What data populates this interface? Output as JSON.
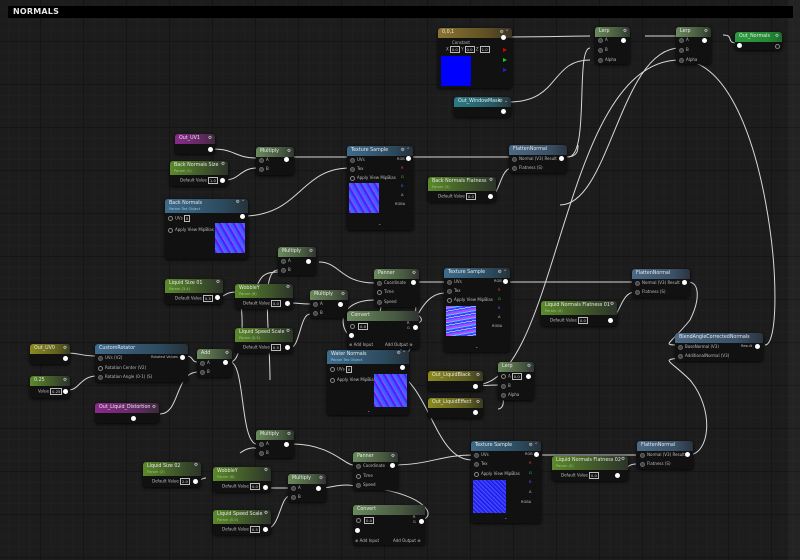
{
  "comment_box": {
    "title": "NORMALS"
  },
  "icons": {
    "settings": "⚙",
    "collapse": "⌄",
    "expand": "⌃",
    "add": "⊕"
  },
  "colors": {
    "canvas": "#1c1c1c",
    "param_header": "#5b8a2b",
    "function_header": "#3f6b8a",
    "named_reroute_purple": "#8a2a8a",
    "named_reroute_olive": "#8c8a1f",
    "output_header": "#2f9a3f",
    "constant_color": "#0000ff"
  },
  "nodes": {
    "constant3": {
      "title": "0,0,1",
      "label": "Constant",
      "x_label": "X",
      "x": "0.0",
      "y_label": "Y",
      "y": "0.0",
      "z_label": "Z",
      "z": "1.0"
    },
    "out_windowmask": {
      "title": "Out_WindowMask"
    },
    "lerp1": {
      "title": "Lerp",
      "pins": [
        "A",
        "B",
        "Alpha"
      ]
    },
    "lerp2": {
      "title": "Lerp",
      "pins": [
        "A",
        "B",
        "Alpha"
      ]
    },
    "out_normals": {
      "title": "Out_Normals"
    },
    "out_uv1": {
      "title": "Out_UV1"
    },
    "back_normals_size": {
      "title": "Back Normals Size",
      "subtitle": "Param (1)",
      "default_label": "Default Value",
      "default_value": "1.0"
    },
    "multiply1": {
      "title": "Multiply",
      "pins": [
        "A",
        "B"
      ]
    },
    "texsample1": {
      "title": "Texture Sample",
      "pins_in": [
        "UVs",
        "Tex",
        "Apply View MipBias"
      ],
      "pins_out": [
        "RGB",
        "R",
        "G",
        "B",
        "A",
        "RGBA"
      ]
    },
    "back_normals": {
      "title": "Back Normals",
      "subtitle": "Param Tex Object",
      "uvs_label": "UVs",
      "uvs_value": "0",
      "mip_label": "Apply View MipBias"
    },
    "flatten1": {
      "title": "FlattenNormal",
      "pin_normal": "Normal (V3)",
      "pin_flat": "Flatness (S)",
      "result": "Result"
    },
    "back_normals_flatness": {
      "title": "Back Normals Flatness",
      "subtitle": "Param (3)",
      "default_label": "Default Value",
      "default_value": "0.0"
    },
    "multiply2": {
      "title": "Multiply",
      "pins": [
        "A",
        "B"
      ]
    },
    "liquid_size_01": {
      "title": "Liquid Size 01",
      "subtitle": "Param (3.4)",
      "default_label": "Default Value",
      "default_value": "0.5"
    },
    "wobbley1": {
      "title": "WobbleY",
      "subtitle": "Param (6)",
      "default_label": "Default Value",
      "default_value": "0.0"
    },
    "multiply3": {
      "title": "Multiply",
      "pins": [
        "A",
        "B"
      ]
    },
    "liquid_speed_scale1": {
      "title": "Liquid Speed Scale",
      "subtitle": "Param (0.5)",
      "default_label": "Default Value",
      "default_value": "0.5"
    },
    "panner1": {
      "title": "Panner",
      "pins": [
        "Coordinate",
        "Time",
        "Speed"
      ]
    },
    "convert1": {
      "title": "Convert",
      "value": "0.0",
      "r": "R",
      "g": "G",
      "add_input": "Add Input",
      "add_output": "Add Output"
    },
    "texsample2": {
      "title": "Texture Sample",
      "pins_in": [
        "UVs",
        "Tex",
        "Apply View MipBias"
      ],
      "pins_out": [
        "RGB",
        "R",
        "G",
        "B",
        "A",
        "RGBA"
      ]
    },
    "flatten2": {
      "title": "FlattenNormal",
      "pin_normal": "Normal (V3)",
      "pin_flat": "Flatness (S)",
      "result": "Result"
    },
    "liquid_normals_flatness_01": {
      "title": "Liquid Normals Flatness 01",
      "subtitle": "Param (0)",
      "default_label": "Default Value",
      "default_value": "0.0"
    },
    "blend": {
      "title": "BlendAngleCorrectedNormals",
      "pin_base": "BaseNormal (V3)",
      "pin_add": "AdditionalNormal (V3)",
      "result": "Result"
    },
    "out_uv0": {
      "title": "Out_UV0"
    },
    "custom_rotator": {
      "title": "CustomRotator",
      "pins_in": [
        "UVs (V2)",
        "Rotation Center (V2)",
        "Rotation Angle (0-1) (S)"
      ],
      "out": "Rotated Values"
    },
    "add1": {
      "title": "Add",
      "pins": [
        "A",
        "B"
      ]
    },
    "const_025": {
      "title": "0.25",
      "label": "Value",
      "value": "0.25"
    },
    "out_liquid_distortion": {
      "title": "Out_Liquid_Distortion"
    },
    "water_normals": {
      "title": "Water Normals",
      "subtitle": "Param Tex Object",
      "uvs_label": "UVs",
      "uvs_value": "0",
      "mip_label": "Apply View MipBias"
    },
    "out_liquidblack": {
      "title": "Out_LiquidBlack"
    },
    "out_liquideffect": {
      "title": "Out_LiquidEffect"
    },
    "lerp3": {
      "title": "Lerp",
      "a_label": "A",
      "a_value": "0.0",
      "pins": [
        "B",
        "Alpha"
      ]
    },
    "multiply4": {
      "title": "Multiply",
      "pins": [
        "A",
        "B"
      ]
    },
    "liquid_size_02": {
      "title": "Liquid Size 02",
      "subtitle": "Param (2)",
      "default_label": "Default Value",
      "default_value": "2.0"
    },
    "wobbley2": {
      "title": "WobbleY",
      "subtitle": "Param (6)",
      "default_label": "Default Value",
      "default_value": "0.0"
    },
    "multiply5": {
      "title": "Multiply",
      "pins": [
        "A",
        "B"
      ]
    },
    "liquid_speed_scale2": {
      "title": "Liquid Speed Scale",
      "subtitle": "Param (0.5)",
      "default_label": "Default Value",
      "default_value": "0.5"
    },
    "panner2": {
      "title": "Panner",
      "pins": [
        "Coordinate",
        "Time",
        "Speed"
      ]
    },
    "convert2": {
      "title": "Convert",
      "value": "0.0",
      "r": "R",
      "g": "G",
      "add_input": "Add Input",
      "add_output": "Add Output"
    },
    "texsample3": {
      "title": "Texture Sample",
      "pins_in": [
        "UVs",
        "Tex",
        "Apply View MipBias"
      ],
      "pins_out": [
        "RGB",
        "R",
        "G",
        "B",
        "A",
        "RGBA"
      ]
    },
    "liquid_normals_flatness_02": {
      "title": "Liquid Normals Flatness 02",
      "subtitle": "Param (0)",
      "default_label": "Default Value",
      "default_value": "0.0"
    },
    "flatten3": {
      "title": "FlattenNormal",
      "pin_normal": "Normal (V3)",
      "pin_flat": "Flatness (S)",
      "result": "Result"
    }
  }
}
